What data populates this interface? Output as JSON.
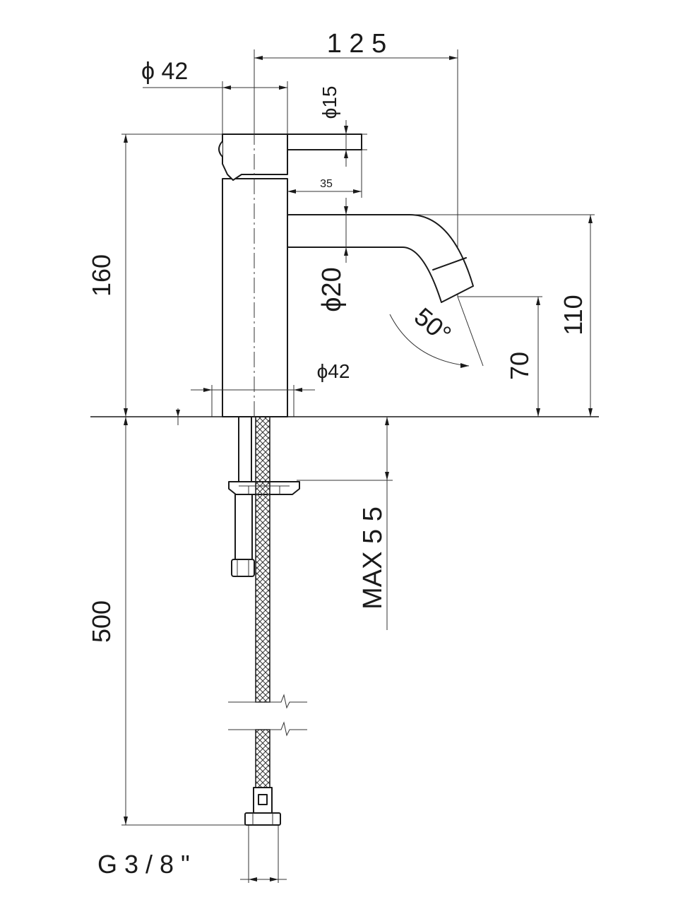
{
  "drawing": {
    "dim_125": "1 2 5",
    "dim_dia42_top": "ϕ 42",
    "dim_dia15": "ϕ15",
    "dim_35": "35",
    "dim_160": "160",
    "dim_dia20": "ϕ20",
    "dim_angle50": "50°",
    "dim_dia42_base": "ϕ42",
    "dim_110": "110",
    "dim_70": "70",
    "dim_max55": "MAX 5 5",
    "dim_500": "500",
    "thread_label": "G 3 / 8 \""
  }
}
